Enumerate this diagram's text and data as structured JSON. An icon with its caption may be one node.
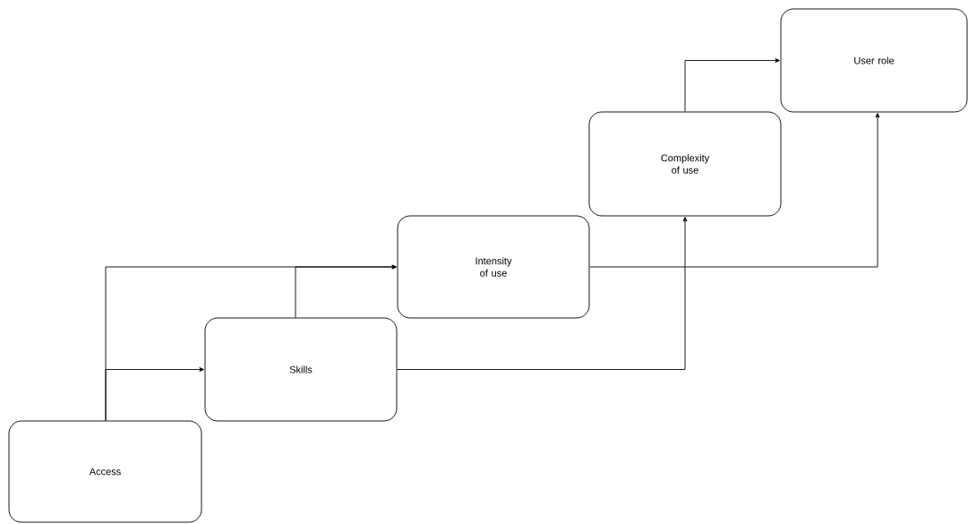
{
  "diagram": {
    "nodes": [
      {
        "text": [
          "Access"
        ]
      },
      {
        "text": [
          "Skills"
        ]
      },
      {
        "text": [
          "Intensity of use"
        ]
      },
      {
        "text": [
          "Complexity of use"
        ]
      },
      {
        "text": [
          "User role"
        ]
      }
    ],
    "edges": [
      {
        "from": 0,
        "to": 2,
        "arrow": "to"
      },
      {
        "from": 0,
        "to": 1,
        "arrow": "to"
      },
      {
        "from": 1,
        "to": 2,
        "arrow": "to"
      },
      {
        "from": 1,
        "to": 3,
        "arrow": "to"
      },
      {
        "from": 2,
        "to": 4,
        "arrow": "to"
      },
      {
        "from": 3,
        "to": 4,
        "arrow": "to"
      }
    ]
  }
}
